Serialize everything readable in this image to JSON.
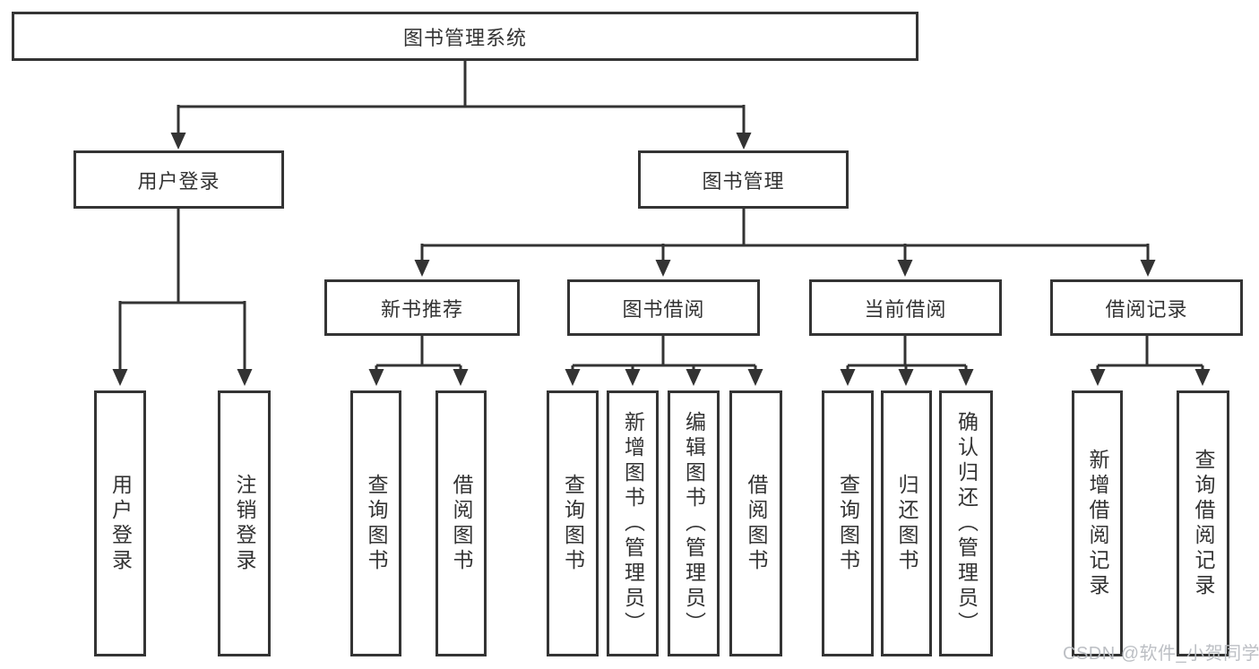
{
  "diagram": {
    "type": "hierarchy-tree",
    "title": "图书管理系统",
    "tree": {
      "label": "图书管理系统",
      "children": [
        {
          "label": "用户登录",
          "children": [
            {
              "label": "用户登录"
            },
            {
              "label": "注销登录"
            }
          ]
        },
        {
          "label": "图书管理",
          "children": [
            {
              "label": "新书推荐",
              "children": [
                {
                  "label": "查询图书"
                },
                {
                  "label": "借阅图书"
                }
              ]
            },
            {
              "label": "图书借阅",
              "children": [
                {
                  "label": "查询图书"
                },
                {
                  "label": "新增图书（管理员）"
                },
                {
                  "label": "编辑图书（管理员）"
                },
                {
                  "label": "借阅图书"
                }
              ]
            },
            {
              "label": "当前借阅",
              "children": [
                {
                  "label": "查询图书"
                },
                {
                  "label": "归还图书"
                },
                {
                  "label": "确认归还（管理员）"
                }
              ]
            },
            {
              "label": "借阅记录",
              "children": [
                {
                  "label": "新增借阅记录"
                },
                {
                  "label": "查询借阅记录"
                }
              ]
            }
          ]
        }
      ]
    },
    "colors": {
      "line": "#333333",
      "box_border": "#343434",
      "text": "#333333",
      "watermark": "#b9bcc1",
      "background": "#ffffff"
    }
  },
  "watermark": "CSDN @软件_小贺同学"
}
